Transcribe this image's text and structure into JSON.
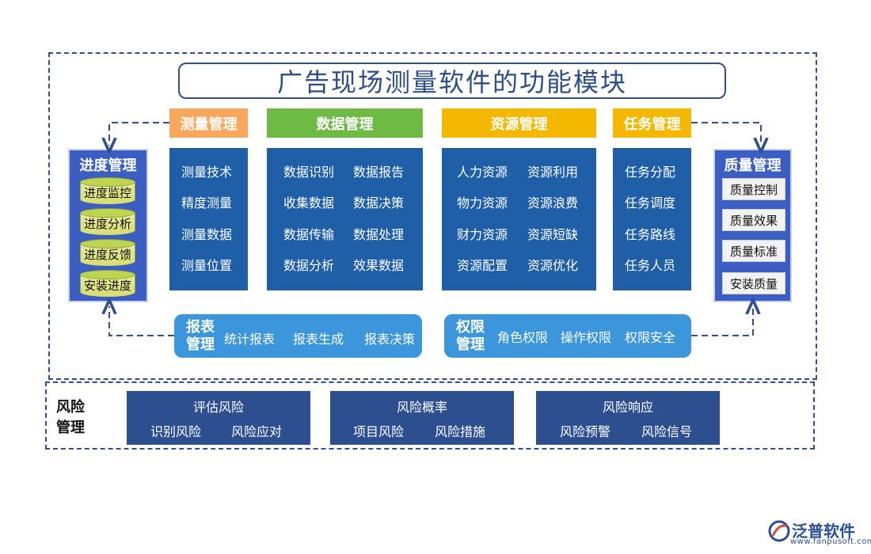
{
  "title": "广告现场测量软件的功能模块",
  "colors": {
    "frame": "#2f4f8f",
    "measure_header": "#f7a85c",
    "data_header": "#6dba45",
    "resource_header": "#f5b800",
    "task_header": "#f5b800",
    "column_body": "#1f5fa8",
    "side_panel": "#3a5ec2",
    "pill": "#3b96dc",
    "risk_box": "#2e4f8f"
  },
  "measure": {
    "header": "测量管理",
    "items": [
      "测量技术",
      "精度测量",
      "测量数据",
      "测量位置"
    ]
  },
  "data_mgmt": {
    "header": "数据管理",
    "items": [
      "数据识别",
      "数据报告",
      "收集数据",
      "数据决策",
      "数据传输",
      "数据处理",
      "数据分析",
      "效果数据"
    ]
  },
  "resource": {
    "header": "资源管理",
    "items": [
      "人力资源",
      "资源利用",
      "物力资源",
      "资源浪费",
      "财力资源",
      "资源短缺",
      "资源配置",
      "资源优化"
    ]
  },
  "task": {
    "header": "任务管理",
    "items": [
      "任务分配",
      "任务调度",
      "任务路线",
      "任务人员"
    ]
  },
  "progress": {
    "title": "进度管理",
    "items": [
      "进度监控",
      "进度分析",
      "进度反馈",
      "安装进度"
    ]
  },
  "quality": {
    "title": "质量管理",
    "items": [
      "质量控制",
      "质量效果",
      "质量标准",
      "安装质量"
    ]
  },
  "report": {
    "title_line1": "报表",
    "title_line2": "管理",
    "items": [
      "统计报表",
      "报表生成",
      "报表决策"
    ]
  },
  "permission": {
    "title_line1": "权限",
    "title_line2": "管理",
    "items": [
      "角色权限",
      "操作权限",
      "权限安全"
    ]
  },
  "risk": {
    "label_line1": "风险",
    "label_line2": "管理",
    "boxes": [
      {
        "title": "评估风险",
        "items": [
          "识别风险",
          "风险应对"
        ]
      },
      {
        "title": "风险概率",
        "items": [
          "项目风险",
          "风险措施"
        ]
      },
      {
        "title": "风险响应",
        "items": [
          "风险预警",
          "风险信号"
        ]
      }
    ]
  },
  "logo": {
    "name": "泛普软件",
    "url": "www.fanpusoft.com"
  }
}
